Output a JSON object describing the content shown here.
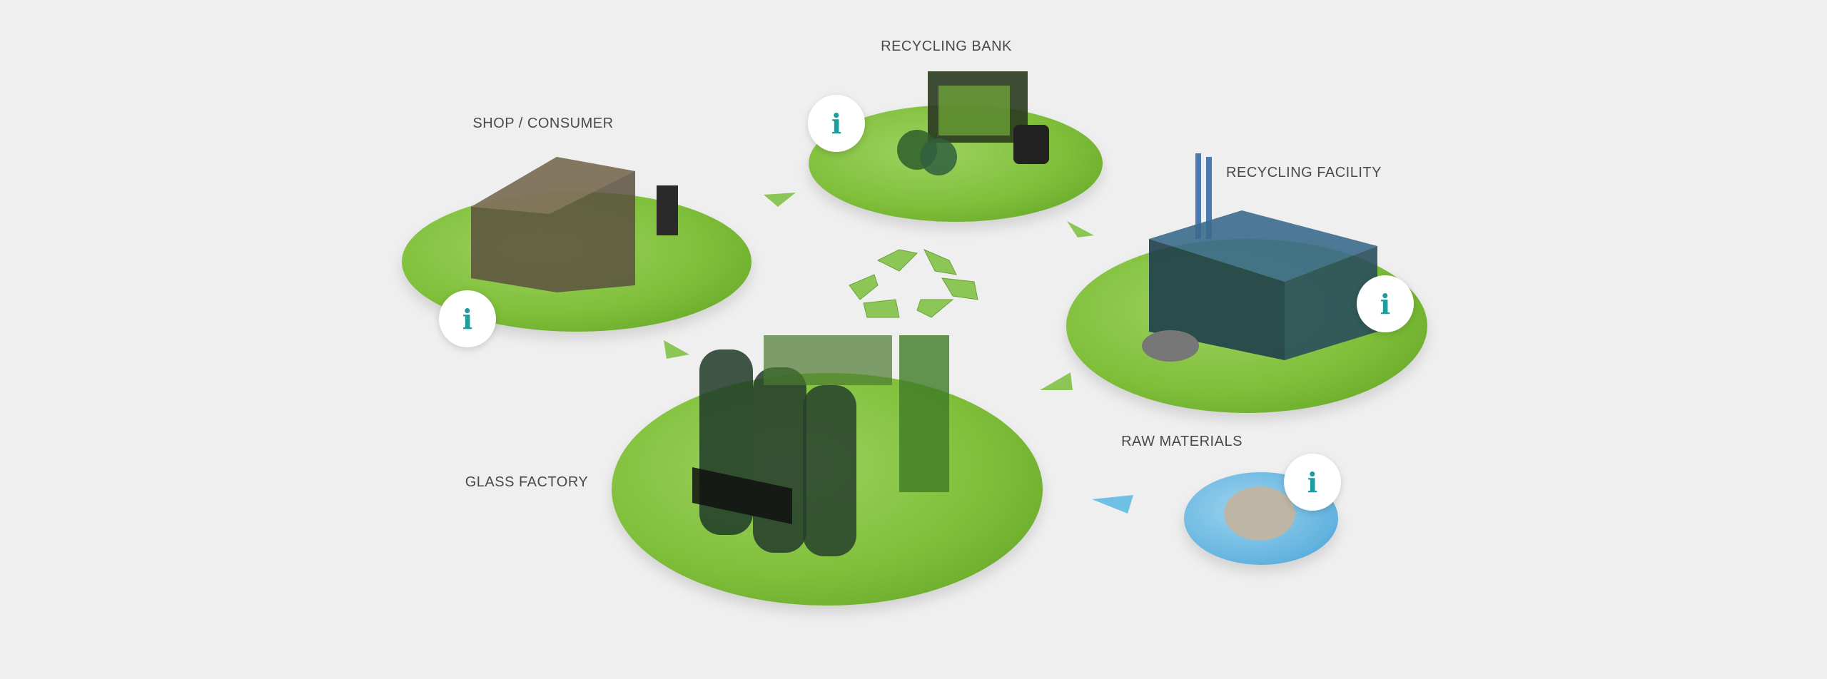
{
  "stations": [
    {
      "id": "shop",
      "label": "SHOP / CONSUMER",
      "info": "i"
    },
    {
      "id": "bank",
      "label": "RECYCLING BANK",
      "info": "i"
    },
    {
      "id": "facility",
      "label": "RECYCLING FACILITY",
      "info": "i"
    },
    {
      "id": "raw",
      "label": "RAW MATERIALS",
      "info": "i"
    },
    {
      "id": "factory",
      "label": "GLASS FACTORY"
    }
  ],
  "colors": {
    "background": "#efefef",
    "disc_green": "#7fbf3a",
    "disc_blue": "#62b3df",
    "info_icon": "#1a9ea0",
    "label": "#4a4a4a"
  }
}
